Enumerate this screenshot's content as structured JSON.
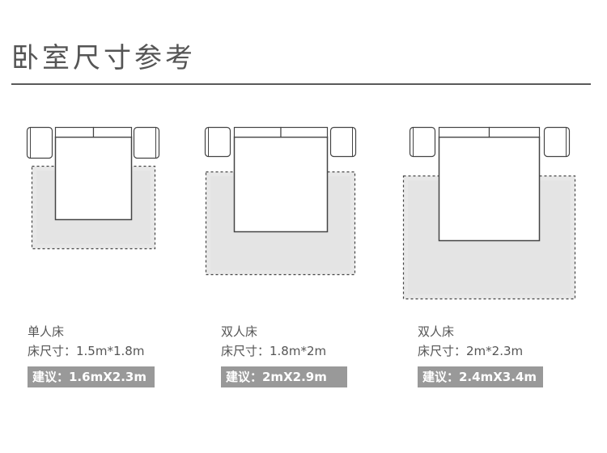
{
  "title": "卧室尺寸参考",
  "colors": {
    "rug_fill": "#e8e8e8",
    "badge_bg": "#999999",
    "badge_text": "#ffffff",
    "outline": "#444444",
    "divider": "#5a5a5a"
  },
  "beds": [
    {
      "type": "单人床",
      "size": "床尺寸：1.5m*1.8m",
      "recommend": "建议：1.6mX2.3m"
    },
    {
      "type": "双人床",
      "size": "床尺寸：1.8m*2m",
      "recommend": "建议：2mX2.9m"
    },
    {
      "type": "双人床",
      "size": "床尺寸：2m*2.3m",
      "recommend": "建议：2.4mX3.4m"
    }
  ]
}
